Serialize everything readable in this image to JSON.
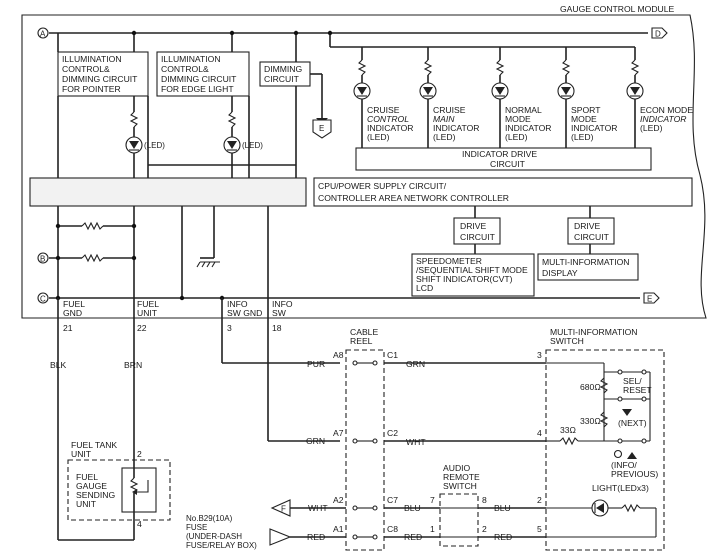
{
  "module": {
    "title": "GAUGE CONTROL MODULE"
  },
  "nodes": {
    "a": "A",
    "b": "B",
    "c": "C",
    "d": "D",
    "e": "E",
    "f": "F"
  },
  "blocks": {
    "illum_pointer": [
      "ILLUMINATION",
      "CONTROL&",
      "DIMMING CIRCUIT",
      "FOR POINTER"
    ],
    "illum_edge": [
      "ILLUMINATION",
      "CONTROL&",
      "DIMMING CIRCUIT",
      "FOR EDGE LIGHT"
    ],
    "dimming": [
      "DIMMING",
      "CIRCUIT"
    ],
    "led_label": "(LED)",
    "indicator_drive": [
      "INDICATOR DRIVE",
      "CIRCUIT"
    ],
    "cpu": [
      "CPU/POWER SUPPLY CIRCUIT/",
      "CONTROLLER AREA NETWORK CONTROLLER"
    ],
    "drive1": [
      "DRIVE",
      "CIRCUIT"
    ],
    "drive2": [
      "DRIVE",
      "CIRCUIT"
    ],
    "speedometer": [
      "SPEEDOMETER",
      "/SEQUENTIAL SHIFT MODE",
      "SHIFT INDICATOR(CVT)",
      "LCD"
    ],
    "mid_display": [
      "MULTI-INFORMATION",
      "DISPLAY"
    ]
  },
  "indicators": [
    {
      "lines": [
        "CRUISE",
        "CONTROL",
        "INDICATOR",
        "(LED)"
      ]
    },
    {
      "lines": [
        "CRUISE",
        "MAIN",
        "INDICATOR",
        "(LED)"
      ]
    },
    {
      "lines": [
        "NORMAL",
        "MODE",
        "INDICATOR",
        "(LED)"
      ]
    },
    {
      "lines": [
        "SPORT",
        "MODE",
        "INDICATOR",
        "(LED)"
      ]
    },
    {
      "lines": [
        "ECON MODE",
        "INDICATOR",
        "(LED)"
      ]
    }
  ],
  "terminals": [
    {
      "name": [
        "FUEL",
        "GND"
      ],
      "pin": "21"
    },
    {
      "name": [
        "FUEL",
        "UNIT"
      ],
      "pin": "22"
    },
    {
      "name": [
        "INFO",
        "SW GND"
      ],
      "pin": "3"
    },
    {
      "name": [
        "INFO",
        "SW"
      ],
      "pin": "18"
    }
  ],
  "wire_colors": {
    "blk": "BLK",
    "brn": "BRN",
    "pur": "PUR",
    "grn1": "GRN",
    "grn2": "GRN",
    "wht1": "WHT",
    "wht2": "WHT",
    "blu1": "BLU",
    "blu2": "BLU",
    "red1": "RED",
    "red2": "RED",
    "red3": "RED"
  },
  "cable_reel": {
    "title": [
      "CABLE",
      "REEL"
    ],
    "left_pins": [
      "A8",
      "A7",
      "A2",
      "A1"
    ],
    "right_pins": [
      "C1",
      "C2",
      "C7",
      "C8"
    ]
  },
  "mis": {
    "title": [
      "MULTI-INFORMATION",
      "SWITCH"
    ],
    "pins": [
      "3",
      "4",
      "2",
      "5"
    ],
    "r680": "680Ω",
    "r330a": "330Ω",
    "r33": "33Ω",
    "sel_reset": [
      "SEL/",
      "RESET"
    ],
    "next": "(NEXT)",
    "info_prev": [
      "(INFO/",
      "PREVIOUS)"
    ],
    "light": "LIGHT(LEDx3)"
  },
  "audio": {
    "title": [
      "AUDIO",
      "REMOTE",
      "SWITCH"
    ],
    "pins": [
      "7",
      "8",
      "1",
      "2"
    ]
  },
  "fuel_tank": {
    "title": [
      "FUEL TANK",
      "UNIT"
    ],
    "sender": [
      "FUEL",
      "GAUGE",
      "SENDING",
      "UNIT"
    ],
    "pins": [
      "2",
      "4"
    ]
  },
  "fuse": [
    "No.B29(10A)",
    "FUSE",
    "(UNDER-DASH",
    "FUSE/RELAY BOX)"
  ]
}
